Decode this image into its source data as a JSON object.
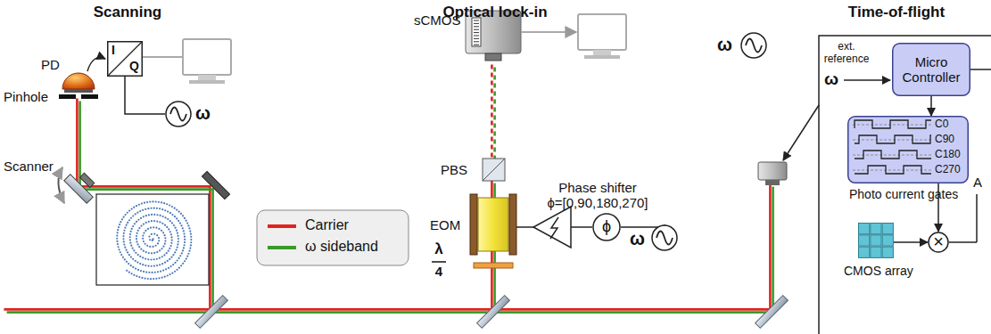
{
  "diagram": {
    "nodes": [
      {
        "text": [
          "ω"
        ]
      },
      {
        "text": [
          "I",
          "Q"
        ]
      },
      {
        "text": [
          "ω"
        ]
      },
      {
        "text": [
          "ϕ"
        ]
      },
      {
        "text": [
          "ω"
        ]
      },
      {
        "text": [
          "Micro Controller"
        ]
      },
      {
        "text": [
          "C0",
          "C90",
          "C180",
          "C270",
          "Photo current gates"
        ]
      },
      {
        "text": [
          "CMOS array"
        ]
      },
      {
        "text": [
          "×"
        ]
      }
    ],
    "edges": [
      {
        "from": 0,
        "to": 1,
        "arrow": "none"
      },
      {
        "from": 2,
        "to": 3,
        "arrow": "none"
      },
      {
        "from": 5,
        "to": 6,
        "arrow": "to"
      },
      {
        "from": 6,
        "to": 8,
        "arrow": "to"
      },
      {
        "from": 7,
        "to": 8,
        "arrow": "to"
      }
    ],
    "labels": [
      "Scanning",
      "Optical lock-in",
      "Time-of-flight",
      "PD",
      "Pinhole",
      "Scanner",
      "sCMOS",
      "PBS",
      "Phase shifter",
      "ϕ=[0,90,180,270]",
      "EOM",
      "λ",
      "4",
      "ext. reference",
      "ω",
      "A"
    ],
    "legend": [
      {
        "text": "Carrier",
        "color": "#e3221f"
      },
      {
        "text": "ω sideband",
        "color": "#3a9a2a"
      }
    ]
  }
}
